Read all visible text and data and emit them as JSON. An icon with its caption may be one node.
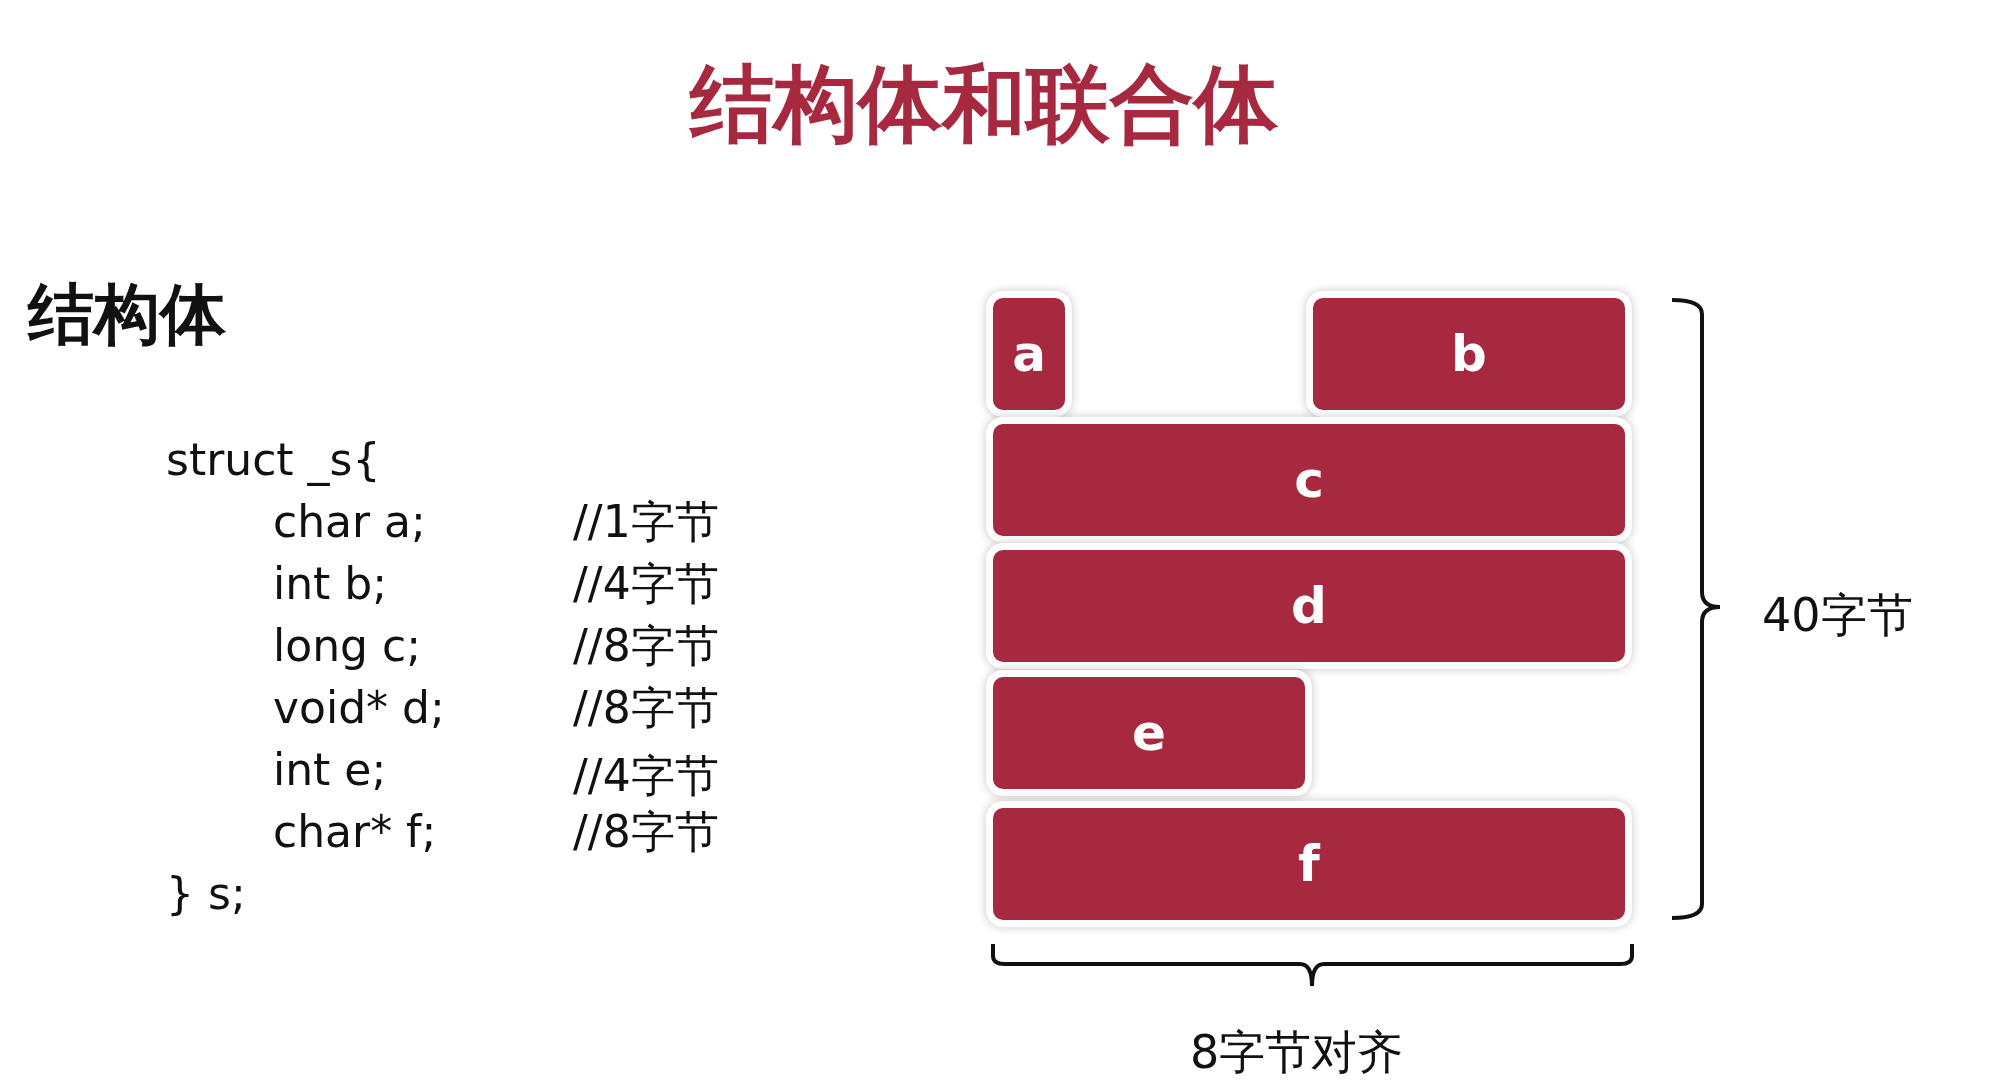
{
  "diagram": {
    "title": "结构体和联合体",
    "nodes": [
      {
        "text": [
          "a"
        ]
      },
      {
        "text": [
          "b"
        ]
      },
      {
        "text": [
          "c"
        ]
      },
      {
        "text": [
          "d"
        ]
      },
      {
        "text": [
          "e"
        ]
      },
      {
        "text": [
          "f"
        ]
      }
    ],
    "labels": [
      "结构体",
      "struct _s{",
      "char a;",
      "//1字节",
      "int b;",
      "//4字节",
      "long c;",
      "//8字节",
      "void* d;",
      "//8字节",
      "int e;",
      "//4字节",
      "char* f;",
      "//8字节",
      "} s;",
      "40字节",
      "8字节对齐"
    ]
  }
}
